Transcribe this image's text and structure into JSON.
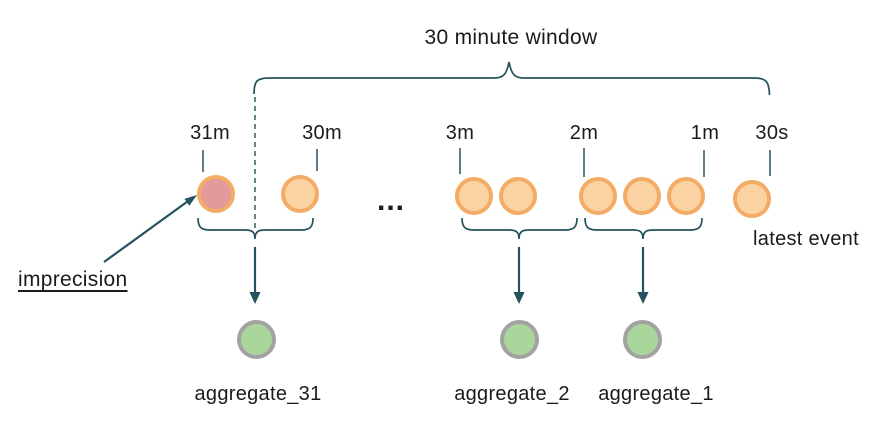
{
  "title": "30 minute window",
  "timeline": {
    "ticks": [
      {
        "label": "31m"
      },
      {
        "label": "30m"
      },
      {
        "label": "3m"
      },
      {
        "label": "2m"
      },
      {
        "label": "1m"
      },
      {
        "label": "30s"
      }
    ],
    "ellipsis": "..."
  },
  "annotations": {
    "imprecision": "imprecision",
    "latest_event": "latest event"
  },
  "aggregates": [
    {
      "label": "aggregate_31"
    },
    {
      "label": "aggregate_2"
    },
    {
      "label": "aggregate_1"
    }
  ],
  "colors": {
    "line": "#24535f",
    "dash": "#517880",
    "event_fill": "#fbd2a2",
    "event_border": "#f3ac67",
    "imprecise_fill": "#e39a9a",
    "agg_fill": "#abd69b",
    "agg_border": "#a2a2a2",
    "text": "#1b1b1b",
    "bg": "#ffffff"
  }
}
